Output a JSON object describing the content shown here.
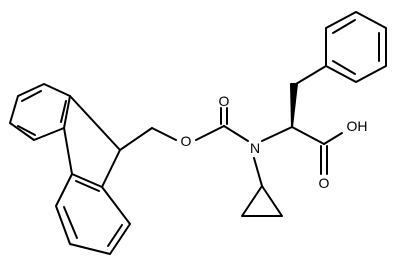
{
  "labels": {
    "oxygen_carbonyl": "O",
    "oxygen_ester": "O",
    "nitrogen": "N",
    "hydroxyl": "OH",
    "oxygen_acid": "O"
  },
  "colors": {
    "bond": "#000000",
    "background": "#ffffff"
  }
}
